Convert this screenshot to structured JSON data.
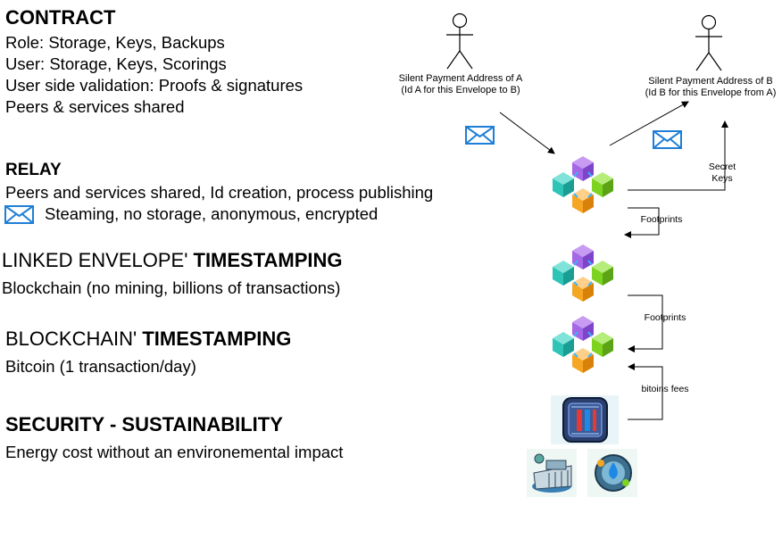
{
  "contract": {
    "title": "CONTRACT",
    "lines": [
      "Role: Storage, Keys, Backups",
      "User: Storage, Keys, Scorings",
      "User side validation: Proofs & signatures",
      "Peers & services shared"
    ]
  },
  "relay": {
    "title": "RELAY",
    "line1": "Peers and services shared, Id creation, process publishing",
    "line2": "Steaming, no storage, anonymous, encrypted"
  },
  "linked": {
    "title_regular": "LINKED ENVELOPE' ",
    "title_bold": "TIMESTAMPING",
    "line": "Blockchain (no mining, billions of transactions)"
  },
  "blockchain": {
    "title_regular": "BLOCKCHAIN' ",
    "title_bold": "TIMESTAMPING",
    "line": "Bitcoin (1 transaction/day)"
  },
  "security": {
    "title": "SECURITY - SUSTAINABILITY",
    "line": "Energy cost without an environemental impact"
  },
  "actors": {
    "a_line1": "Silent Payment Address of A",
    "a_line2": "(Id A for this Envelope to B)",
    "b_line1": "Silent Payment Address of B",
    "b_line2": "(Id B for this Envelope from A)"
  },
  "labels": {
    "secret_1": "Secret",
    "secret_2": "Keys",
    "footprints_1": "Footprints",
    "footprints_2": "Footprints",
    "fees": "bitoins fees"
  },
  "colors": {
    "envelope": "#1f7fd6",
    "cube_purple": "#a467e6",
    "cube_teal": "#2ec4b6",
    "cube_green": "#7ed321",
    "cube_orange": "#f5a623",
    "chip_bg": "#2a3f6e"
  }
}
